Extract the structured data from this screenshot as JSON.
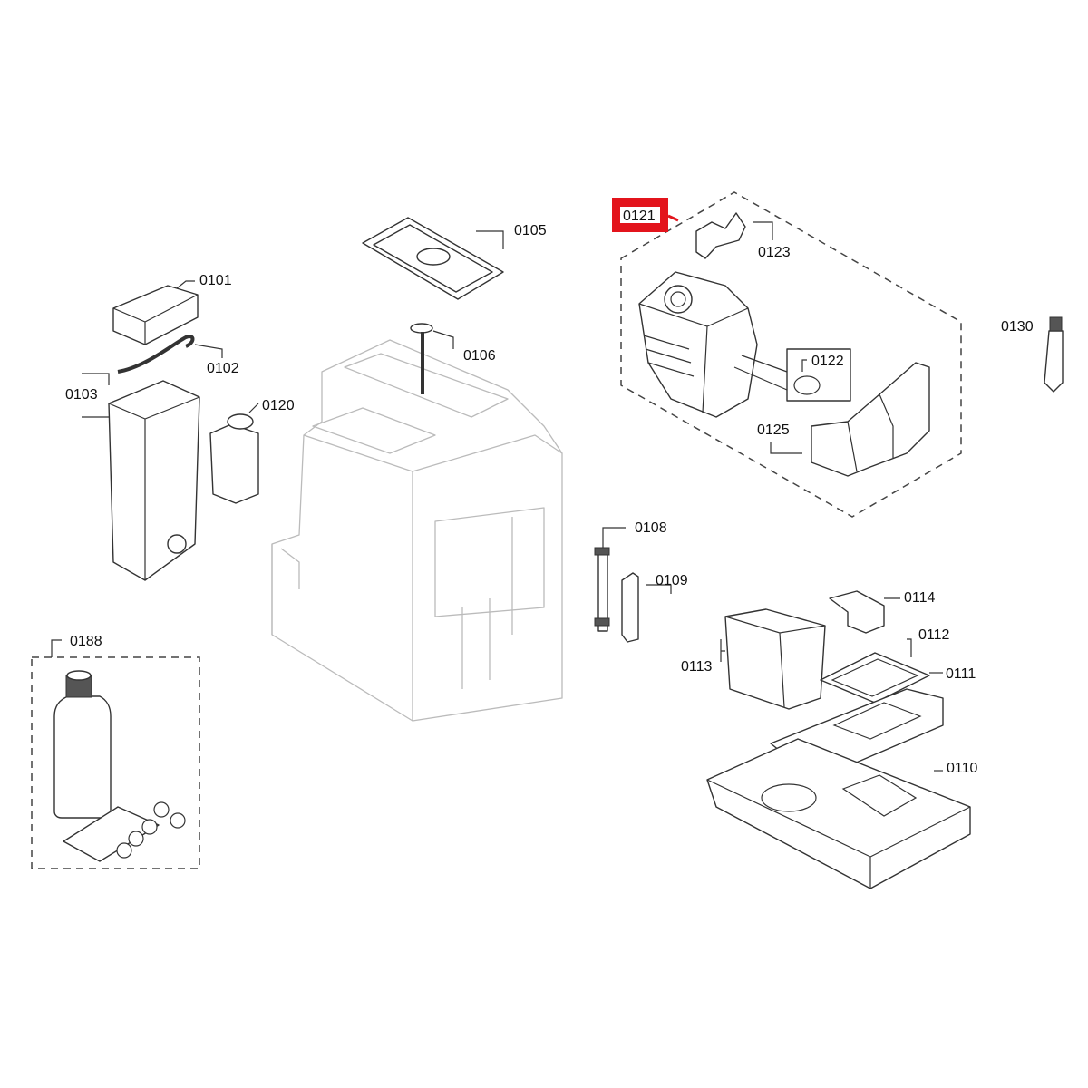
{
  "diagram": {
    "highlight_color": "#e3141c",
    "labels": {
      "p0101": "0101",
      "p0102": "0102",
      "p0103": "0103",
      "p0105": "0105",
      "p0106": "0106",
      "p0108": "0108",
      "p0109": "0109",
      "p0110": "0110",
      "p0111": "0111",
      "p0112": "0112",
      "p0113": "0113",
      "p0114": "0114",
      "p0120": "0120",
      "p0121": "0121",
      "p0122": "0122",
      "p0123": "0123",
      "p0125": "0125",
      "p0130": "0130",
      "p0188": "0188"
    }
  }
}
